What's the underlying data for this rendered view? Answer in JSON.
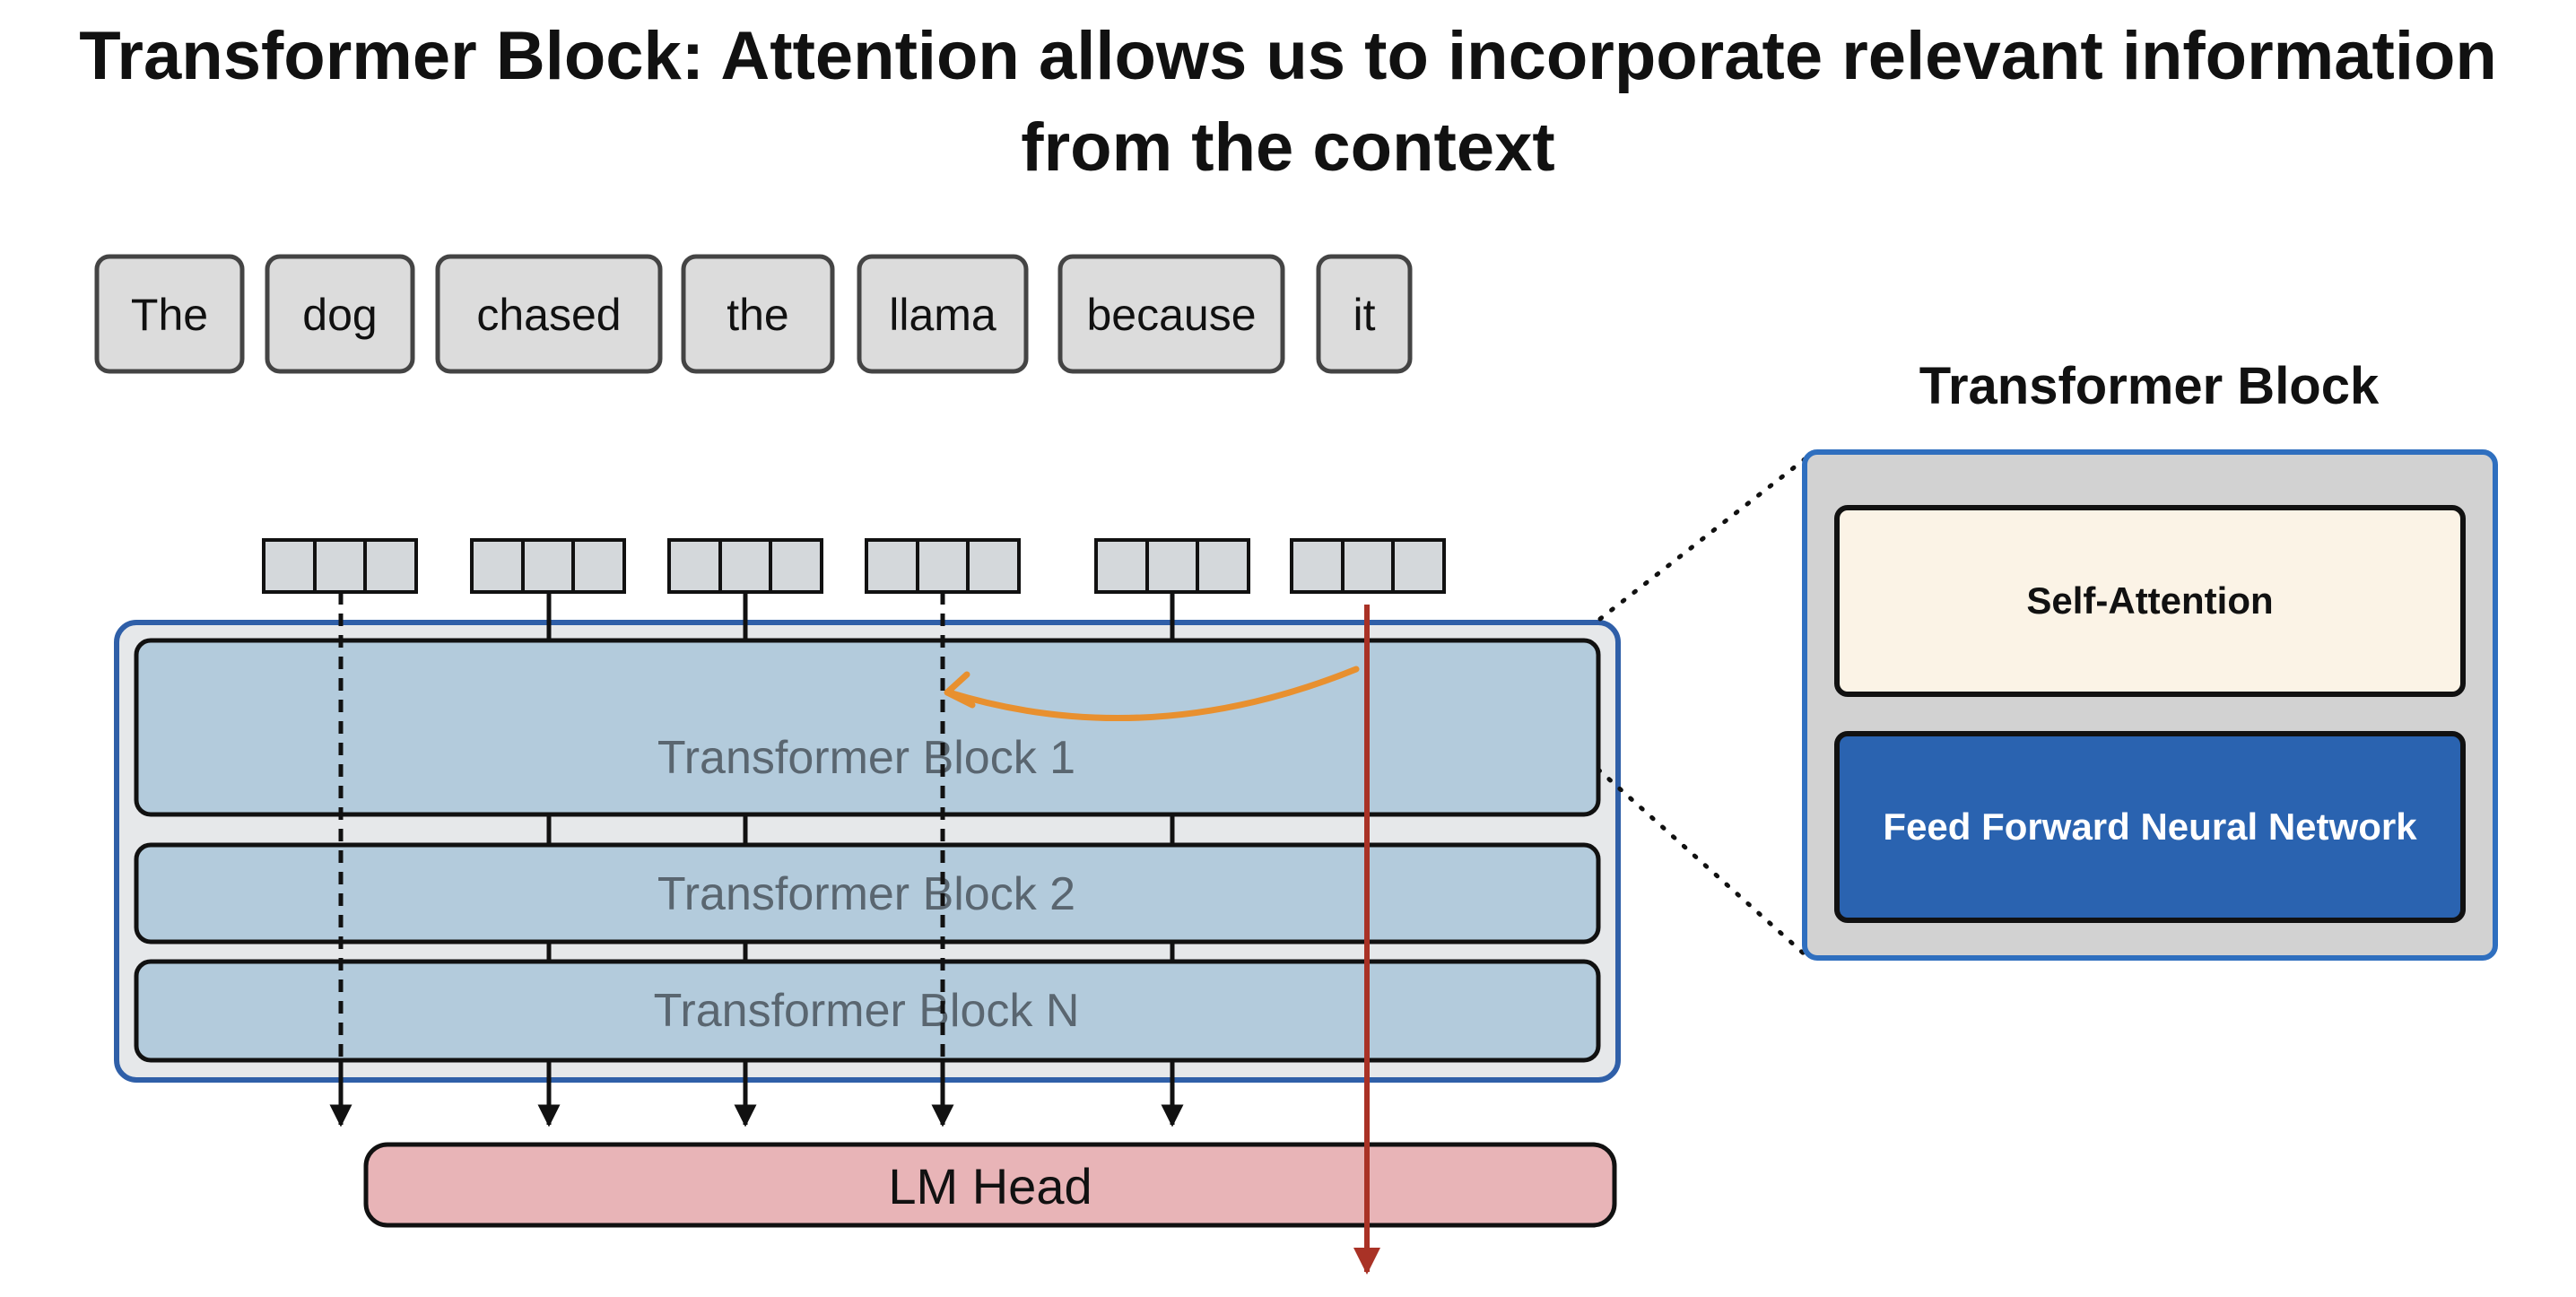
{
  "title": {
    "line1": "Transformer Block: Attention allows us to incorporate relevant information",
    "line2": "from the context"
  },
  "tokens": [
    "The",
    "dog",
    "chased",
    "the",
    "llama",
    "because",
    "it"
  ],
  "stack": {
    "blocks": [
      "Transformer Block 1",
      "Transformer Block 2",
      "Transformer Block N"
    ]
  },
  "lm_head": "LM Head",
  "detail": {
    "title": "Transformer Block",
    "self_attention": "Self-Attention",
    "feed_forward": "Feed Forward Neural Network"
  },
  "colors": {
    "token_fill": "#dcdcdc",
    "stack_border": "#2f5fa8",
    "block_fill": "#b3cbdc",
    "lm_head_fill": "#e8b4b7",
    "self_attention_fill": "#fbf3e6",
    "feed_forward_fill": "#2a63b0",
    "attention_arrow": "#e8902f",
    "output_arrow": "#a93226"
  }
}
